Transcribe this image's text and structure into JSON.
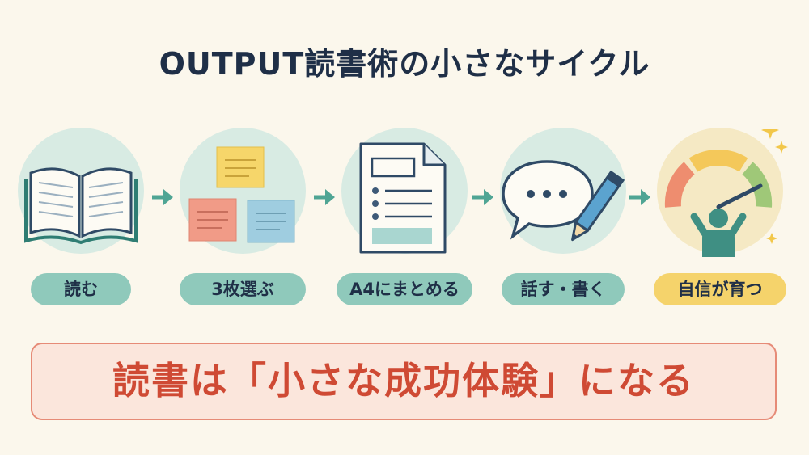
{
  "title": "OUTPUT読書術の小さなサイクル",
  "steps": [
    {
      "label": "読む",
      "icon": "open-book-icon"
    },
    {
      "label": "3枚選ぶ",
      "icon": "sticky-notes-icon"
    },
    {
      "label": "A4にまとめる",
      "icon": "document-icon"
    },
    {
      "label": "話す・書く",
      "icon": "speech-pencil-icon"
    },
    {
      "label": "自信が育つ",
      "icon": "confidence-gauge-icon"
    }
  ],
  "banner": "読書は「小さな成功体験」になる",
  "colors": {
    "title": "#1f2f47",
    "step_circle": "#d8ebe3",
    "step_pill": "#8fc9bb",
    "final_pill": "#f5d36b",
    "arrow": "#4fa594",
    "banner_border": "#e68b77",
    "banner_text": "#cf4a34"
  }
}
